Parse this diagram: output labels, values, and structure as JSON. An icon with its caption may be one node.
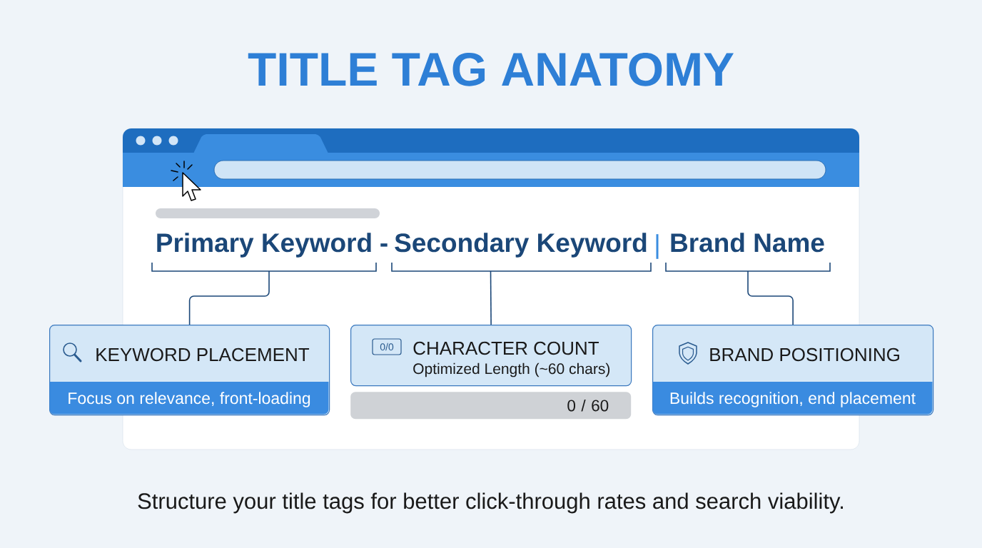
{
  "diagram": {
    "title": "TITLE TAG ANATOMY",
    "caption": "Structure your title tags for better click-through rates and search viability.",
    "nodes": [
      {
        "text": [
          "Primary Keyword"
        ]
      },
      {
        "text": [
          "Secondary Keyword"
        ]
      },
      {
        "text": [
          "Brand Name"
        ]
      },
      {
        "text": [
          "KEYWORD PLACEMENT",
          "Focus on relevance, front-loading"
        ]
      },
      {
        "text": [
          "CHARACTER COUNT",
          "Optimized Length (~60 chars)"
        ]
      },
      {
        "text": [
          "BRAND POSITIONING",
          "Builds recognition, end placement"
        ]
      },
      {
        "text": [
          "0 / 60"
        ]
      }
    ],
    "edges": [
      {
        "from": 0,
        "to": 3,
        "arrow": "none"
      },
      {
        "from": 1,
        "to": 4,
        "arrow": "none"
      },
      {
        "from": 2,
        "to": 5,
        "arrow": "none"
      }
    ],
    "labels": [
      "-",
      "|",
      "0/0"
    ]
  }
}
